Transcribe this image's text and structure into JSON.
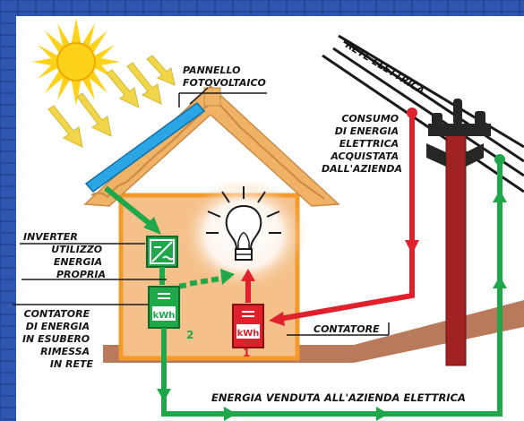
{
  "labels": {
    "pannello": [
      "PANNELLO",
      "FOTOVOLTAICO"
    ],
    "rete": "RETE ELETTRICA",
    "consumo": [
      "CONSUMO",
      "DI ENERGIA",
      "ELETTRICA",
      "ACQUISTATA",
      "DALL'AZIENDA"
    ],
    "inverter": "INVERTER",
    "utilizzo": [
      "UTILIZZO",
      "ENERGIA",
      "PROPRIA"
    ],
    "contatore_esubero": [
      "CONTATORE",
      "DI ENERGIA",
      "IN ESUBERO",
      "RIMESSA",
      "IN RETE"
    ],
    "contatore": "CONTATORE",
    "venduta": "ENERGIA VENDUTA ALL'AZIENDA ELETTRICA"
  },
  "meters": {
    "green": {
      "unit": "kWh",
      "number": "2"
    },
    "red": {
      "unit": "kWh",
      "number": "1"
    }
  },
  "colors": {
    "solar_panel_grid": "#2c4fa6",
    "sun": "#ffd21a",
    "rays": "#f2d64a",
    "panel": "#2aa6e6",
    "roof": "#f0b366",
    "wall": "#f5c08a",
    "house_outline": "#f39a2a",
    "green_flow": "#1ea84a",
    "red_flow": "#e0202a",
    "pole": "#a02222",
    "ground": "#b87a5a"
  }
}
